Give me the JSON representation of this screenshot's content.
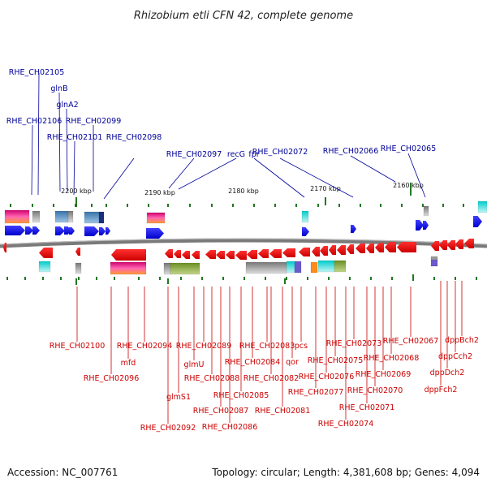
{
  "title": "Rhizobium etli CFN 42, complete genome",
  "footer": {
    "accession": "Accession: NC_007761",
    "summary": "Topology: circular; Length: 4,381,608 bp; Genes: 4,094"
  },
  "colors": {
    "forward": "#0000ee",
    "reverse": "#ee0000",
    "forward_label": "#000099",
    "reverse_label": "#cc0000",
    "backbone": "#777777",
    "tick": "#227722"
  },
  "ticks": [
    "2200 kbp",
    "2190 kbp",
    "2180 kbp",
    "2170 kbp",
    "2160 kbp"
  ],
  "forward_genes": [
    "RHE_CH02105",
    "glnB",
    "glnA2",
    "RHE_CH02106",
    "RHE_CH02099",
    "RHE_CH02101",
    "RHE_CH02098",
    "RHE_CH02097",
    "recG",
    "fpr",
    "RHE_CH02072",
    "RHE_CH02066",
    "RHE_CH02065"
  ],
  "reverse_genes": [
    "RHE_CH02100",
    "RHE_CH02096",
    "mfd",
    "RHE_CH02094",
    "RHE_CH02092",
    "glmS1",
    "glmU",
    "RHE_CH02089",
    "RHE_CH02088",
    "RHE_CH02087",
    "RHE_CH02086",
    "RHE_CH02085",
    "RHE_CH02084",
    "RHE_CH02083",
    "RHE_CH02082",
    "RHE_CH02081",
    "qor",
    "pcs",
    "RHE_CH02077",
    "RHE_CH02076",
    "RHE_CH02075",
    "RHE_CH02074",
    "RHE_CH02073",
    "RHE_CH02071",
    "RHE_CH02070",
    "RHE_CH02069",
    "RHE_CH02068",
    "RHE_CH02067",
    "dppFch2",
    "dppDch2",
    "dppCch2",
    "dppBch2"
  ]
}
